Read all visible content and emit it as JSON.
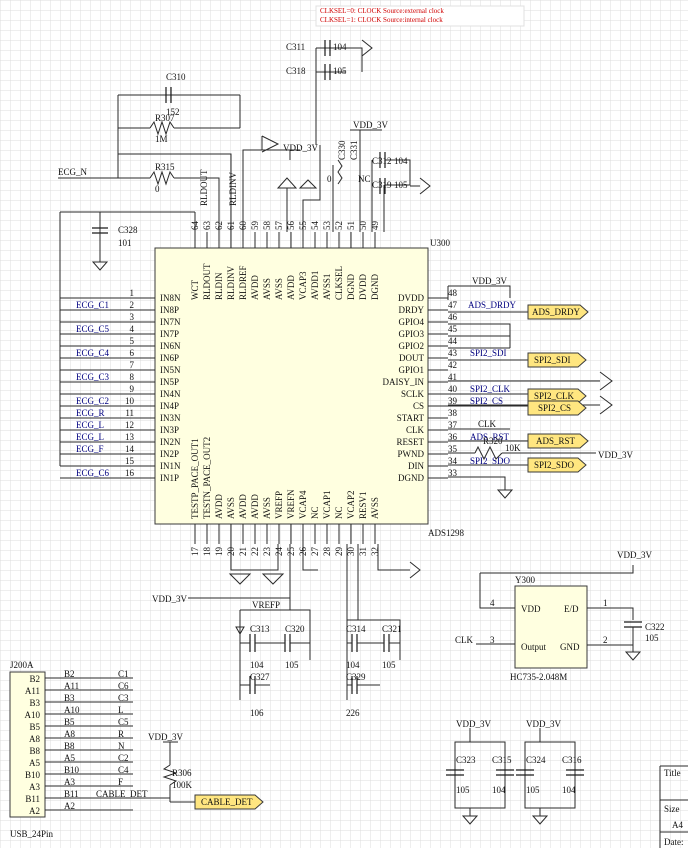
{
  "notes": [
    "CLKSEL=0: CLOCK Source:external clock",
    "CLKSEL=1: CLOCK Source:internal clock"
  ],
  "colors": {
    "grid": "#dcdcdc",
    "wire": "#2a2a2a",
    "body": "#ffffe0",
    "port": "#ffe680",
    "text": "#111111",
    "note": "#d00000"
  },
  "ads": {
    "ref": "U300",
    "part": "ADS1298",
    "left_pins": [
      {
        "num": "1",
        "name": "IN8N",
        "net": ""
      },
      {
        "num": "2",
        "name": "IN8P",
        "net": "ECG_C1"
      },
      {
        "num": "3",
        "name": "IN7N",
        "net": ""
      },
      {
        "num": "4",
        "name": "IN7P",
        "net": "ECG_C5"
      },
      {
        "num": "5",
        "name": "IN6N",
        "net": ""
      },
      {
        "num": "6",
        "name": "IN6P",
        "net": "ECG_C4"
      },
      {
        "num": "7",
        "name": "IN5N",
        "net": ""
      },
      {
        "num": "8",
        "name": "IN5P",
        "net": "ECG_C3"
      },
      {
        "num": "9",
        "name": "IN4N",
        "net": ""
      },
      {
        "num": "10",
        "name": "IN4P",
        "net": "ECG_C2"
      },
      {
        "num": "11",
        "name": "IN3N",
        "net": "ECG_R"
      },
      {
        "num": "12",
        "name": "IN3P",
        "net": "ECG_L"
      },
      {
        "num": "13",
        "name": "IN2N",
        "net": "ECG_L"
      },
      {
        "num": "14",
        "name": "IN2P",
        "net": "ECG_F"
      },
      {
        "num": "15",
        "name": "IN1N",
        "net": ""
      },
      {
        "num": "16",
        "name": "IN1P",
        "net": "ECG_C6"
      }
    ],
    "right_pins": [
      {
        "num": "48",
        "name": "DVDD",
        "net": "VDD_3V"
      },
      {
        "num": "47",
        "name": "DRDY",
        "net": "ADS_DRDY"
      },
      {
        "num": "46",
        "name": "GPIO4",
        "net": ""
      },
      {
        "num": "45",
        "name": "GPIO3",
        "net": ""
      },
      {
        "num": "44",
        "name": "GPIO2",
        "net": ""
      },
      {
        "num": "43",
        "name": "DOUT",
        "net": "SPI2_SDI"
      },
      {
        "num": "42",
        "name": "GPIO1",
        "net": ""
      },
      {
        "num": "41",
        "name": "DAISY_IN",
        "net": ""
      },
      {
        "num": "40",
        "name": "SCLK",
        "net": "SPI2_CLK"
      },
      {
        "num": "39",
        "name": "CS",
        "net": "SPI2_CS"
      },
      {
        "num": "38",
        "name": "START",
        "net": ""
      },
      {
        "num": "37",
        "name": "CLK",
        "net": "CLK"
      },
      {
        "num": "36",
        "name": "RESET",
        "net": "ADS_RST"
      },
      {
        "num": "35",
        "name": "PWND",
        "net": ""
      },
      {
        "num": "34",
        "name": "DIN",
        "net": "SPI2_SDO"
      },
      {
        "num": "33",
        "name": "DGND",
        "net": ""
      }
    ],
    "top_pins": [
      {
        "num": "64",
        "name": "WCT"
      },
      {
        "num": "63",
        "name": "RLDOUT"
      },
      {
        "num": "62",
        "name": "RLDIN"
      },
      {
        "num": "61",
        "name": "RLDINV"
      },
      {
        "num": "60",
        "name": "RLDREF"
      },
      {
        "num": "59",
        "name": "AVDD"
      },
      {
        "num": "58",
        "name": "AVSS"
      },
      {
        "num": "57",
        "name": "AVSS"
      },
      {
        "num": "56",
        "name": "AVDD"
      },
      {
        "num": "55",
        "name": "VCAP3"
      },
      {
        "num": "54",
        "name": "AVDD1"
      },
      {
        "num": "53",
        "name": "AVSS1"
      },
      {
        "num": "52",
        "name": "CLKSEL"
      },
      {
        "num": "51",
        "name": "DGND"
      },
      {
        "num": "50",
        "name": "DVDD"
      },
      {
        "num": "49",
        "name": "DGND"
      }
    ],
    "bottom_pins": [
      {
        "num": "17",
        "name": "TESTP_PACE_OUT1"
      },
      {
        "num": "18",
        "name": "TESTN_PACE_OUT2"
      },
      {
        "num": "19",
        "name": "AVDD"
      },
      {
        "num": "20",
        "name": "AVSS"
      },
      {
        "num": "21",
        "name": "AVDD"
      },
      {
        "num": "22",
        "name": "AVDD"
      },
      {
        "num": "23",
        "name": "AVSS"
      },
      {
        "num": "24",
        "name": "VREFP"
      },
      {
        "num": "25",
        "name": "VREFN"
      },
      {
        "num": "26",
        "name": "VCAP4"
      },
      {
        "num": "27",
        "name": "NC"
      },
      {
        "num": "28",
        "name": "VCAP1"
      },
      {
        "num": "29",
        "name": "NC"
      },
      {
        "num": "30",
        "name": "VCAP2"
      },
      {
        "num": "31",
        "name": "RESV1"
      },
      {
        "num": "32",
        "name": "AVSS"
      }
    ]
  },
  "top_labels": {
    "rldout": "RLDOUT",
    "rldinv": "RLDINV",
    "ecg_n": "ECG_N"
  },
  "components": {
    "c311": {
      "ref": "C311",
      "val": "104"
    },
    "c318": {
      "ref": "C318",
      "val": "105"
    },
    "c310": {
      "ref": "C310",
      "val": "152"
    },
    "r307": {
      "ref": "R307",
      "val": "1M"
    },
    "r315": {
      "ref": "R315",
      "val": "0"
    },
    "c328": {
      "ref": "C328",
      "val": "101"
    },
    "c330": {
      "ref": "C330",
      "val": "0"
    },
    "c331": {
      "ref": "C331"
    },
    "nc": "NC",
    "c312": {
      "ref": "C312",
      "val": "104"
    },
    "c319": {
      "ref": "C319",
      "val": "105"
    },
    "r320": {
      "ref": "R320",
      "val": "10K"
    },
    "c313": {
      "ref": "C313",
      "val": "104"
    },
    "c320": {
      "ref": "C320",
      "val": "105"
    },
    "c327": {
      "ref": "C327",
      "val": "106"
    },
    "c314": {
      "ref": "C314",
      "val": "104"
    },
    "c321": {
      "ref": "C321",
      "val": "105"
    },
    "c329": {
      "ref": "C329",
      "val": "226"
    },
    "c322": {
      "ref": "C322",
      "val": "105"
    },
    "c323": {
      "ref": "C323",
      "val": "105"
    },
    "c315": {
      "ref": "C315",
      "val": "104"
    },
    "c324": {
      "ref": "C324",
      "val": "105"
    },
    "c316": {
      "ref": "C316",
      "val": "104"
    },
    "r306": {
      "ref": "R306",
      "val": "100K"
    }
  },
  "power": {
    "vdd": "VDD_3V",
    "vrefp": "VREFP"
  },
  "ports": {
    "ads_drdy": "ADS_DRDY",
    "spi2_sdi": "SPI2_SDI",
    "spi2_clk": "SPI2_CLK",
    "spi2_cs": "SPI2_CS",
    "ads_rst": "ADS_RST",
    "spi2_sdo": "SPI2_SDO",
    "cable_det": "CABLE_DET"
  },
  "osc": {
    "ref": "Y300",
    "part": "HC735-2.048M",
    "vdd": "VDD",
    "ed": "E/D",
    "output": "Output",
    "gnd": "GND",
    "pin1": "1",
    "pin2": "2",
    "pin3": "3",
    "pin4": "4",
    "clk": "CLK"
  },
  "usb": {
    "ref": "J200A",
    "part": "USB_24Pin",
    "pins": [
      {
        "pad": "B2",
        "pin": "B2",
        "net": "C1"
      },
      {
        "pad": "A11",
        "pin": "A11",
        "net": "C6"
      },
      {
        "pad": "B3",
        "pin": "B3",
        "net": "C3"
      },
      {
        "pad": "A10",
        "pin": "A10",
        "net": "L"
      },
      {
        "pad": "B5",
        "pin": "B5",
        "net": "C5"
      },
      {
        "pad": "A8",
        "pin": "A8",
        "net": "R"
      },
      {
        "pad": "B8",
        "pin": "B8",
        "net": "N"
      },
      {
        "pad": "A5",
        "pin": "A5",
        "net": "C2"
      },
      {
        "pad": "B10",
        "pin": "B10",
        "net": "C4"
      },
      {
        "pad": "A3",
        "pin": "A3",
        "net": "F"
      },
      {
        "pad": "B11",
        "pin": "B11",
        "net": "CABLE_DET"
      },
      {
        "pad": "A2",
        "pin": "A2",
        "net": ""
      }
    ]
  },
  "title_block": {
    "title": "Title",
    "size": "Size",
    "size_val": "A4",
    "date": "Date:"
  }
}
